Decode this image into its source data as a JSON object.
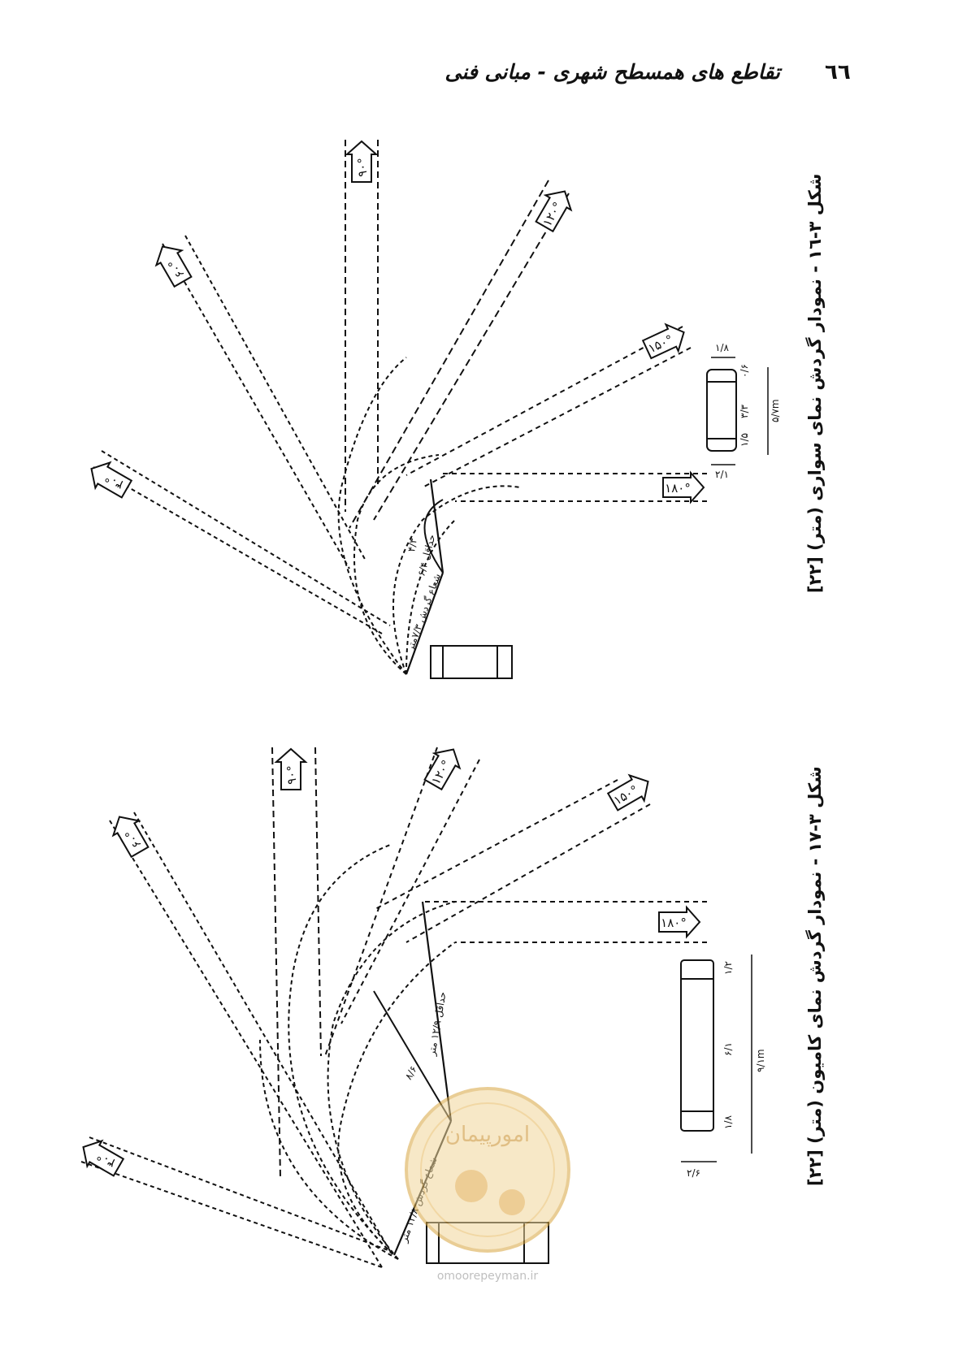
{
  "header": {
    "page_number": "٦٦",
    "running_title": "تقاطع های همسطح شهری - مبانی فنی"
  },
  "figure_top": {
    "caption": "شکل ۳-۱٦ - نمودار گردش نمای سواری (متر) [۲۲]",
    "angles": [
      "۳۰°",
      "۶۰°",
      "۹۰°",
      "۱۲۰°",
      "۱۵۰°",
      "۱۸۰°"
    ],
    "radius_outer": "شعاع گردش ۷/۳متر",
    "radius_mid": "حداقل ۶/۴",
    "radius_inner": "۴/۳",
    "dims": [
      "۱/۸",
      "۰/۶",
      "۳/۳",
      "۵/۷m",
      "۱/۵",
      "۲/۱"
    ]
  },
  "figure_bottom": {
    "caption": "شکل ۳-۱۷ - نمودار گردش نمای کامیون (متر) [۲۲]",
    "angles": [
      "۳۰°",
      "۶۰°",
      "۹۰°",
      "۱۲۰°",
      "۱۵۰°",
      "۱۸۰°"
    ],
    "radius_outer": "شعاع گردش ۱۲/۸ متر",
    "radius_mid": "حداقل ۱۲/۹ متر",
    "radius_inner": "۸/۶",
    "dims": [
      "۱/۲",
      "۶/۱",
      "۹/۱m",
      "۱/۸",
      "۲/۶"
    ]
  },
  "watermark": {
    "brand_text": "امورپیمان",
    "url": "omoorepeyman.ir"
  }
}
